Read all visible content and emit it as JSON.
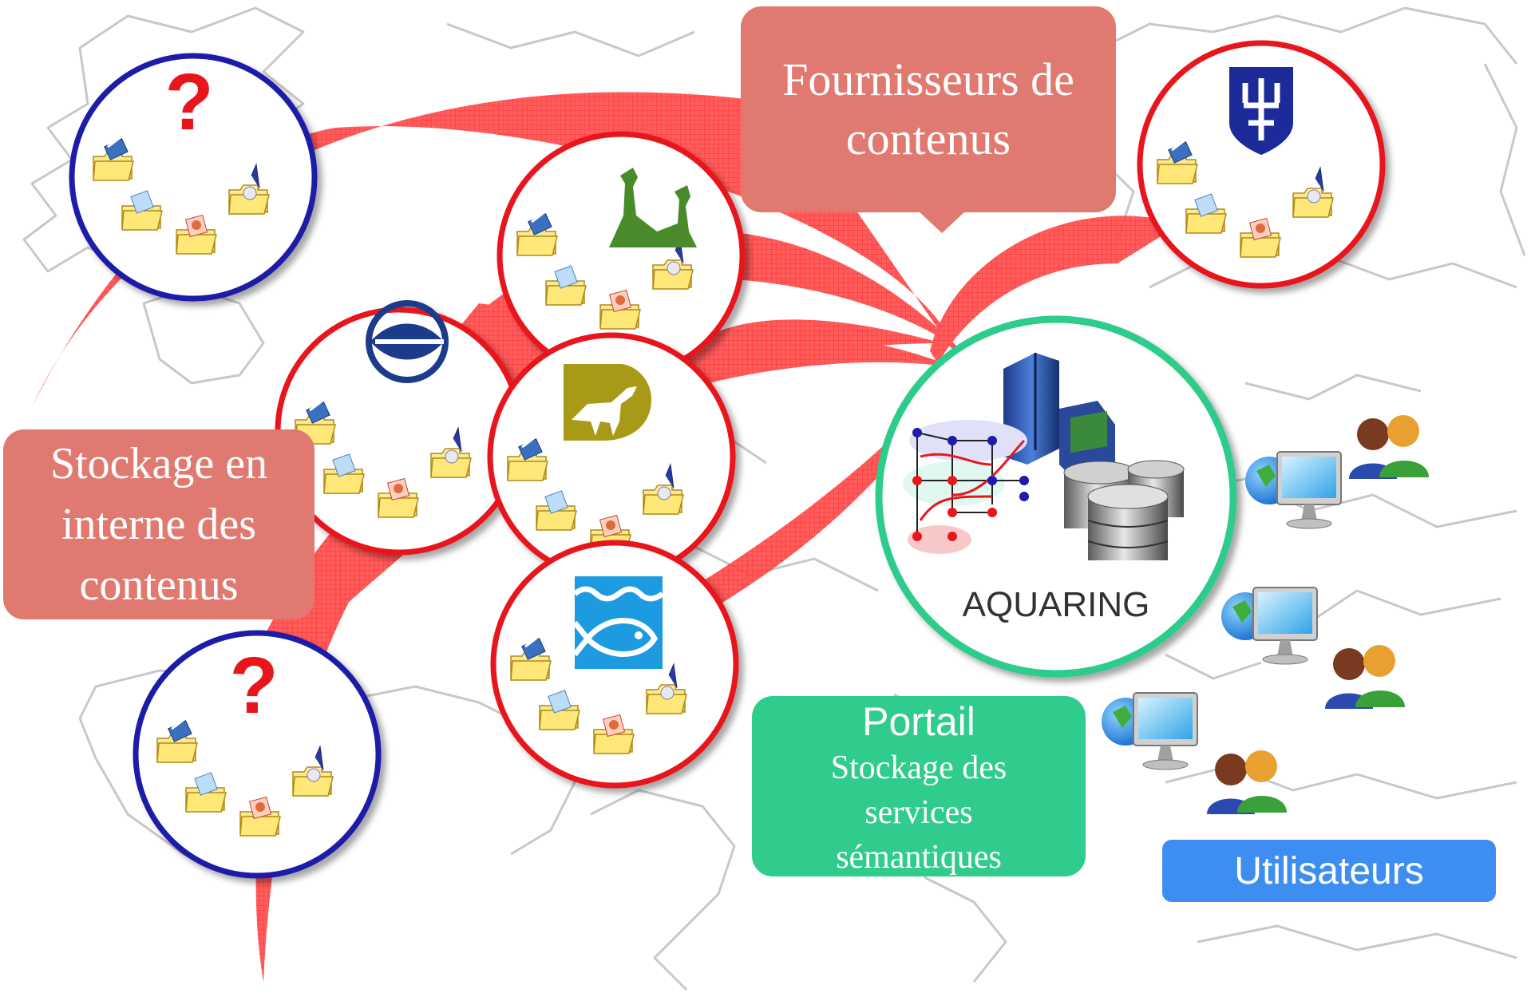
{
  "colors": {
    "arc_red": "#ff2b2b",
    "label_red": "#e07a70",
    "label_green": "#2fcc8b",
    "label_blue": "#3d8ef0",
    "ring_red": "#e8141d",
    "ring_blue": "#1a1aa8",
    "ring_green": "#2fcc8b",
    "question_red": "#e8141d",
    "map_line": "#c8c8c8"
  },
  "labels": {
    "supplier": [
      "Fournisseurs de",
      "contenus"
    ],
    "storage": [
      "Stockage en",
      "interne des",
      "contenus"
    ],
    "portal_title": "Portail",
    "portal_lines": [
      "Stockage des",
      "services",
      "sémantiques"
    ],
    "users": "Utilisateurs"
  },
  "nodes": [
    {
      "id": "unknown-top",
      "ring": "blue",
      "mark": "?",
      "icon": "question-mark-icon"
    },
    {
      "id": "giraffe-provider",
      "ring": "red",
      "icon": "giraffe-logo-icon"
    },
    {
      "id": "anchor-provider",
      "ring": "red",
      "icon": "anchor-trident-logo-icon"
    },
    {
      "id": "eye-fish-provider",
      "ring": "red",
      "icon": "fish-eye-logo-icon"
    },
    {
      "id": "dinosaur-provider",
      "ring": "red",
      "icon": "dinosaur-logo-icon"
    },
    {
      "id": "wave-fish-provider",
      "ring": "red",
      "icon": "wave-fish-logo-icon"
    },
    {
      "id": "unknown-bottom",
      "ring": "blue",
      "mark": "?",
      "icon": "question-mark-icon"
    },
    {
      "id": "aquaring-hub",
      "ring": "green",
      "text": "AQUARING",
      "icon": "server-network-database-icon"
    }
  ],
  "users": [
    {
      "icon": "globe-computer-icon"
    },
    {
      "icon": "users-pair-icon"
    },
    {
      "icon": "globe-computer-icon"
    },
    {
      "icon": "users-pair-icon"
    },
    {
      "icon": "globe-computer-icon"
    },
    {
      "icon": "users-pair-icon"
    }
  ]
}
